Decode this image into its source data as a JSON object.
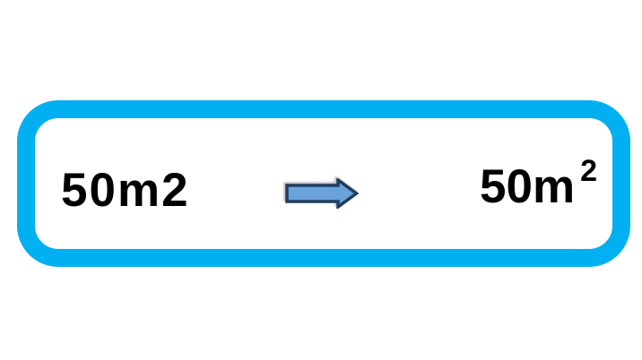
{
  "diagram": {
    "before_label": "50m2",
    "after_label_base": "50m",
    "after_label_superscript": "2",
    "arrow_icon": "right-arrow"
  },
  "colors": {
    "background": "#FFFFFF",
    "box_border": "#00B0F0",
    "arrow_fill": "#6AA2DC",
    "arrow_stroke": "#203E5F",
    "text": "#000000"
  }
}
